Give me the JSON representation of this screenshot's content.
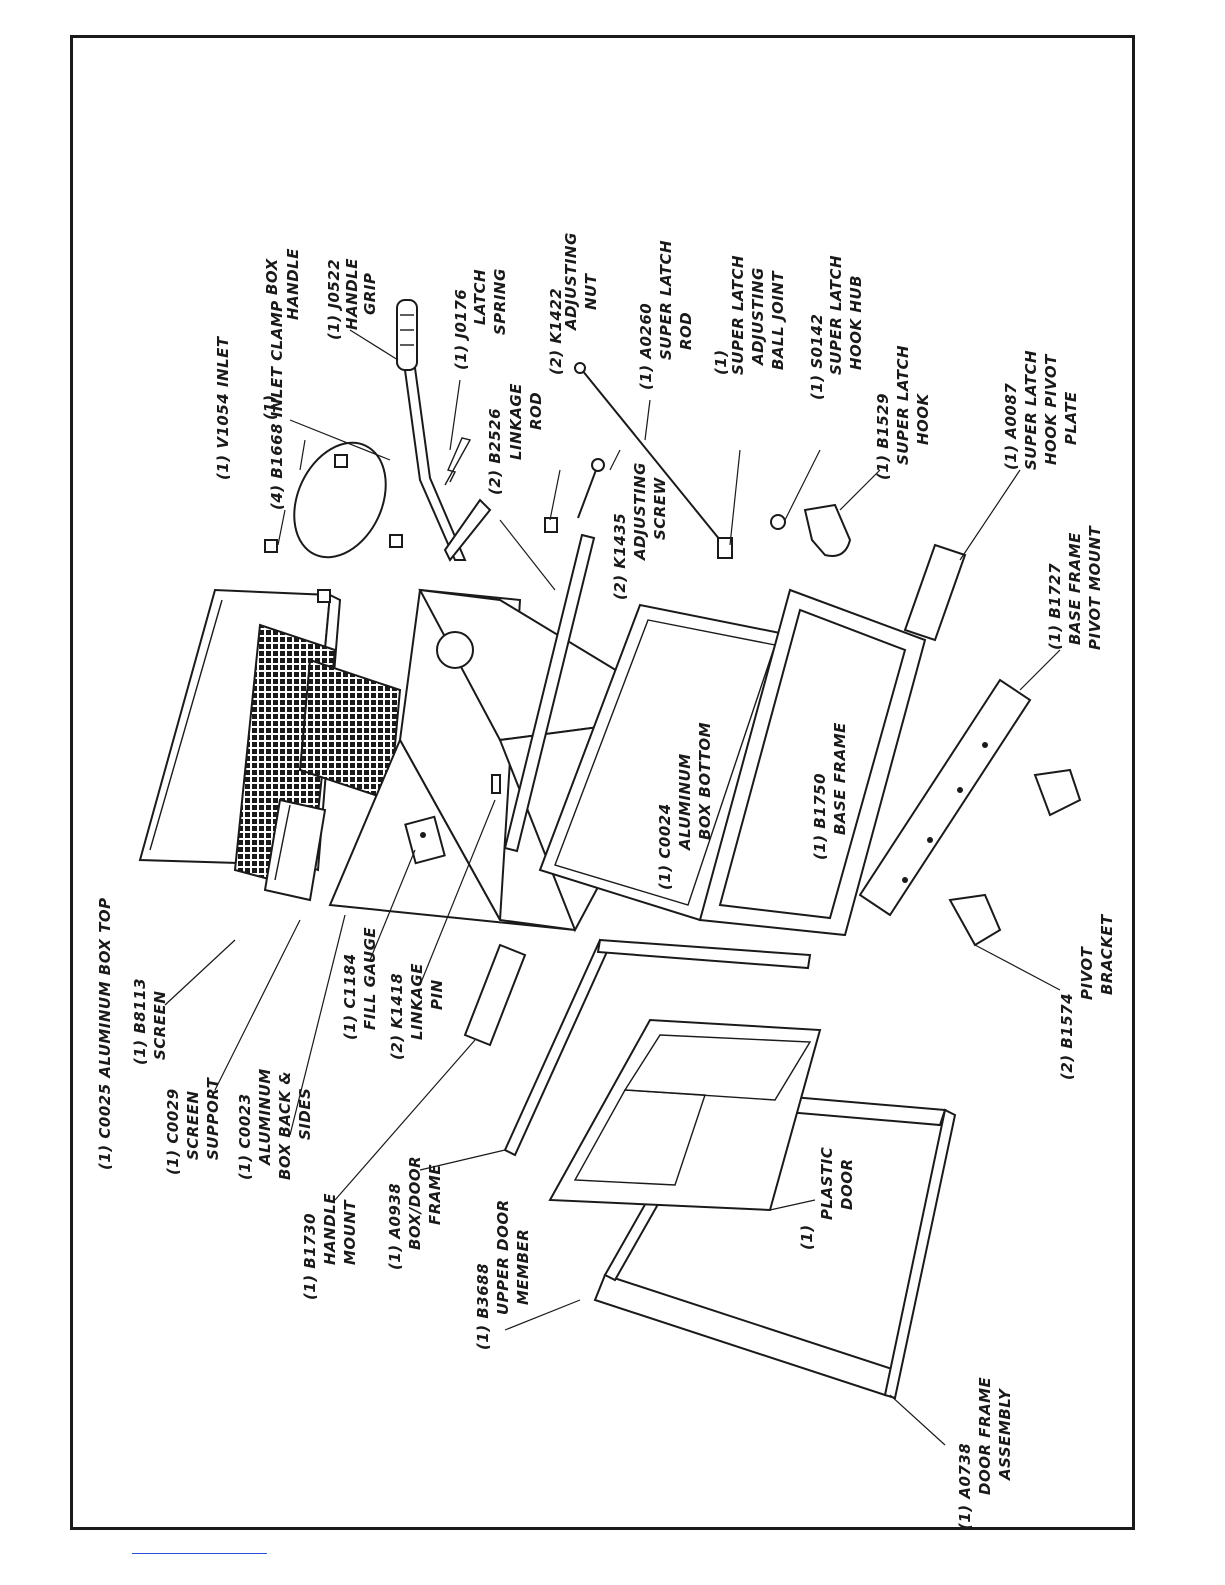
{
  "labels": {
    "box_top": "(1) C0025 ALUMINUM BOX TOP",
    "inlet_clamp": "(4) B1668 INLET CLAMP",
    "inlet": "(1) V1054 INLET",
    "box_handle_qty": "(1)",
    "box_handle_1": "BOX",
    "box_handle_2": "HANDLE",
    "handle_grip_1": "(1) J0522",
    "handle_grip_2": "HANDLE",
    "handle_grip_3": "GRIP",
    "latch_spring_1": "(1) J0176",
    "latch_spring_2": "LATCH",
    "latch_spring_3": "SPRING",
    "linkage_rod_1": "(2) B2526",
    "linkage_rod_2": "LINKAGE",
    "linkage_rod_3": "ROD",
    "adj_nut_1": "(2) K1422",
    "adj_nut_2": "ADJUSTING",
    "adj_nut_3": "NUT",
    "latch_rod_1": "(1) A0260",
    "latch_rod_2": "SUPER LATCH",
    "latch_rod_3": "ROD",
    "ball_joint_1": "(1)",
    "ball_joint_2": "SUPER LATCH",
    "ball_joint_3": "ADJUSTING",
    "ball_joint_4": "BALL JOINT",
    "hook_hub_1": "(1) S0142",
    "hook_hub_2": "SUPER LATCH",
    "hook_hub_3": "HOOK HUB",
    "latch_hook_1": "(1) B1529",
    "latch_hook_2": "SUPER LATCH",
    "latch_hook_3": "HOOK",
    "pivot_plate_1": "(1) A0087",
    "pivot_plate_2": "SUPER LATCH",
    "pivot_plate_3": "HOOK PIVOT",
    "pivot_plate_4": "PLATE",
    "adj_screw_1": "(2) K1435",
    "adj_screw_2": "ADJUSTING",
    "adj_screw_3": "SCREW",
    "pivot_mount_1": "(1) B1727",
    "pivot_mount_2": "BASE FRAME",
    "pivot_mount_3": "PIVOT MOUNT",
    "box_bottom_1": "(1) C0024",
    "box_bottom_2": "ALUMINUM",
    "box_bottom_3": "BOX BOTTOM",
    "base_frame_1": "(1) B1750",
    "base_frame_2": "BASE FRAME",
    "pivot_bracket_1": "(2) B1574",
    "pivot_bracket_2": "PIVOT",
    "pivot_bracket_3": "BRACKET",
    "screen_1": "(1) B8113",
    "screen_2": "SCREEN",
    "screen_support_1": "(1) C0029",
    "screen_support_2": "SCREEN",
    "screen_support_3": "SUPPORT",
    "back_sides_1": "(1) C0023",
    "back_sides_2": "ALUMINUM",
    "back_sides_3": "BOX BACK &",
    "back_sides_4": "SIDES",
    "fill_gauge_1": "(1) C1184",
    "fill_gauge_2": "FILL GAUGE",
    "linkage_pin_1": "(2) K1418",
    "linkage_pin_2": "LINKAGE",
    "linkage_pin_3": "PIN",
    "handle_mount_1": "(1) B1730",
    "handle_mount_2": "HANDLE",
    "handle_mount_3": "MOUNT",
    "box_door_frame_1": "(1) A0938",
    "box_door_frame_2": "BOX/DOOR",
    "box_door_frame_3": "FRAME",
    "upper_door_1": "(1) B3688",
    "upper_door_2": "UPPER DOOR",
    "upper_door_3": "MEMBER",
    "plastic_door_1": "(1)",
    "plastic_door_2": "PLASTIC",
    "plastic_door_3": "DOOR",
    "door_frame_assy_1": "(1) A0738",
    "door_frame_assy_2": "DOOR FRAME",
    "door_frame_assy_3": "ASSEMBLY"
  }
}
